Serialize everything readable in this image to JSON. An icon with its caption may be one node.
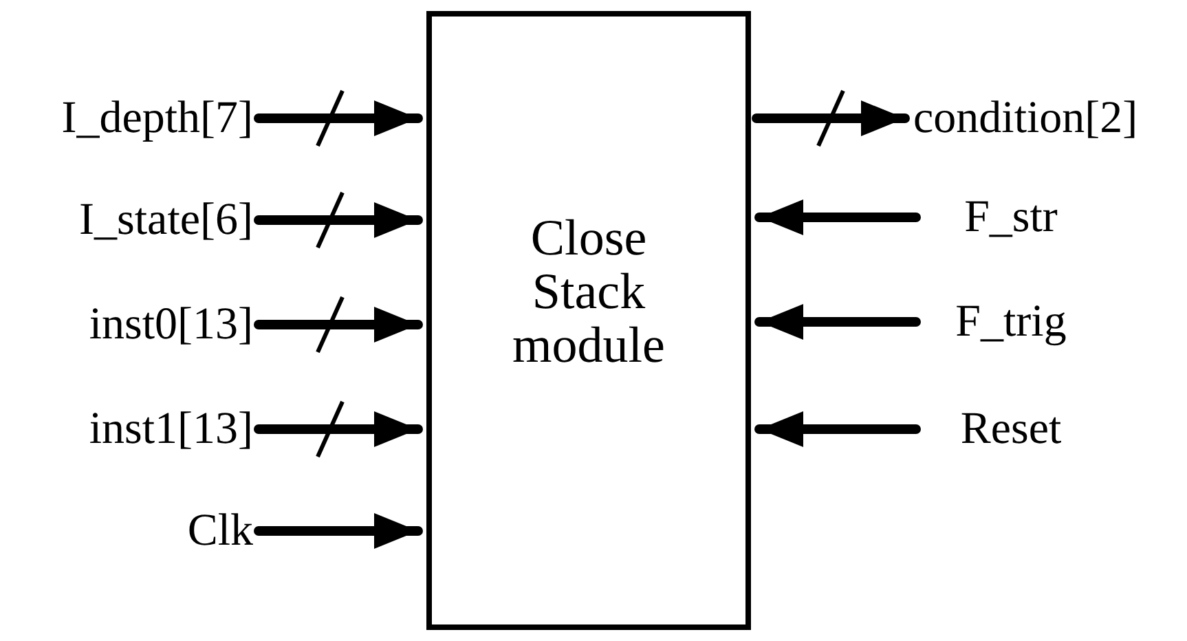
{
  "diagram": {
    "nodes": [
      {
        "text": [
          "Close Stack module"
        ]
      },
      {
        "text": [
          "I_depth[7]"
        ]
      },
      {
        "text": [
          "I_state[6]"
        ]
      },
      {
        "text": [
          "inst0[13]"
        ]
      },
      {
        "text": [
          "inst1[13]"
        ]
      },
      {
        "text": [
          "Clk"
        ]
      },
      {
        "text": [
          "condition[2]"
        ]
      },
      {
        "text": [
          "F_str"
        ]
      },
      {
        "text": [
          "F_trig"
        ]
      },
      {
        "text": [
          "Reset"
        ]
      }
    ],
    "edges": [
      {
        "from": 1,
        "to": 0,
        "arrow": "to"
      },
      {
        "from": 2,
        "to": 0,
        "arrow": "to"
      },
      {
        "from": 3,
        "to": 0,
        "arrow": "to"
      },
      {
        "from": 4,
        "to": 0,
        "arrow": "to"
      },
      {
        "from": 5,
        "to": 0,
        "arrow": "to"
      },
      {
        "from": 0,
        "to": 6,
        "arrow": "to"
      },
      {
        "from": 7,
        "to": 0,
        "arrow": "to"
      },
      {
        "from": 8,
        "to": 0,
        "arrow": "to"
      },
      {
        "from": 9,
        "to": 0,
        "arrow": "to"
      }
    ]
  }
}
